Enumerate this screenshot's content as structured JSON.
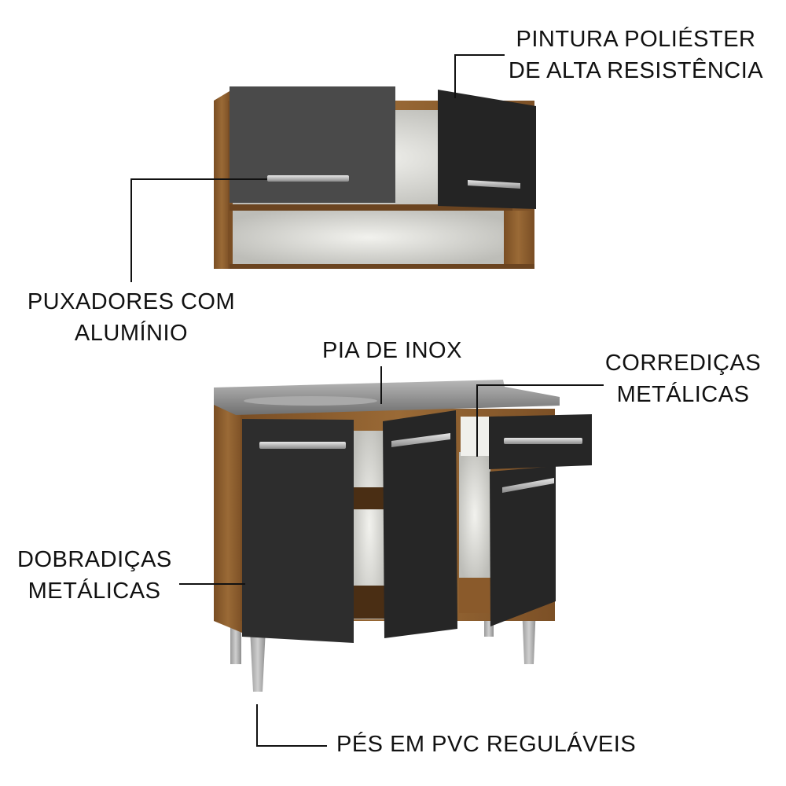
{
  "callouts": {
    "paint": {
      "lines": [
        "PINTURA POLIÉSTER",
        "DE ALTA RESISTÊNCIA"
      ]
    },
    "handles": {
      "lines": [
        "PUXADORES COM",
        "ALUMÍNIO"
      ]
    },
    "sink": {
      "lines": [
        "PIA DE INOX"
      ]
    },
    "slides": {
      "lines": [
        "CORREDIÇAS",
        "METÁLICAS"
      ]
    },
    "hinges": {
      "lines": [
        "DOBRADIÇAS",
        "METÁLICAS"
      ]
    },
    "feet": {
      "lines": [
        "PÉS EM PVC REGULÁVEIS"
      ]
    }
  },
  "colors": {
    "wood": "#8a5a2b",
    "door_black": "#2b2b2b",
    "door_gray": "#4a4a4a",
    "steel": "#8f8f8f",
    "interior": "#e6e6e2",
    "text": "#111111"
  }
}
